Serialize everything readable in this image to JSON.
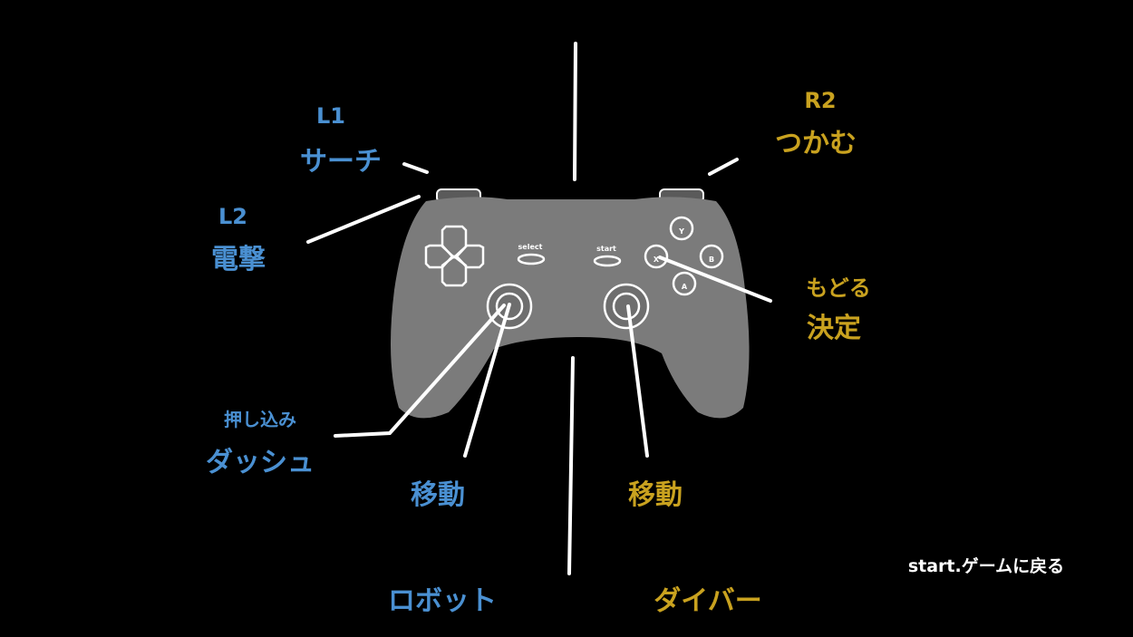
{
  "colors": {
    "left_side": "#4a90d2",
    "right_side": "#c9a21f",
    "controller": "#7b7b7b"
  },
  "controller": {
    "select_label": "select",
    "start_label": "start",
    "face_buttons": [
      "Y",
      "X",
      "B",
      "A"
    ]
  },
  "labels": {
    "l1_button": "L1",
    "l1_action": "サーチ",
    "l2_button": "L2",
    "l2_action": "電撃",
    "l_stick_press": "押し込み",
    "l_stick_press_action": "ダッシュ",
    "l_stick_action": "移動",
    "r_stick_action": "移動",
    "left_character": "ロボット",
    "right_character": "ダイバー",
    "r2_button": "R2",
    "r2_action": "つかむ",
    "x_button_action": "もどる",
    "a_button_action": "決定"
  },
  "footer": {
    "return_hint": "start.ゲームに戻る"
  }
}
